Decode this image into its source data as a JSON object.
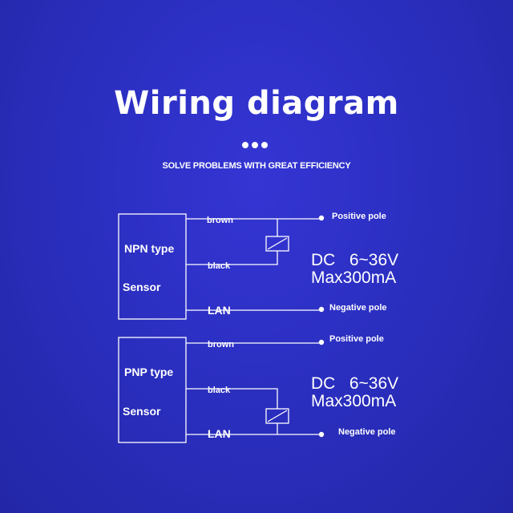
{
  "header": {
    "title": "Wiring diagram",
    "subtitle": "SOLVE PROBLEMS WITH GREAT EFFICIENCY"
  },
  "npn": {
    "type_label": "NPN type",
    "sensor_label": "Sensor",
    "wire_brown": "brown",
    "wire_black": "black",
    "wire_lan": "LAN",
    "positive_pole": "Positive pole",
    "negative_pole": "Negative pole",
    "spec_voltage": "DC   6~36V",
    "spec_current": "Max300mA"
  },
  "pnp": {
    "type_label": "PNP type",
    "sensor_label": "Sensor",
    "wire_brown": "brown",
    "wire_black": "black",
    "wire_lan": "LAN",
    "positive_pole": "Positive pole",
    "negative_pole": "Negative pole",
    "spec_voltage": "DC   6~36V",
    "spec_current": "Max300mA"
  },
  "colors": {
    "background": "#2b2fc0",
    "lines": "#ffffff"
  }
}
